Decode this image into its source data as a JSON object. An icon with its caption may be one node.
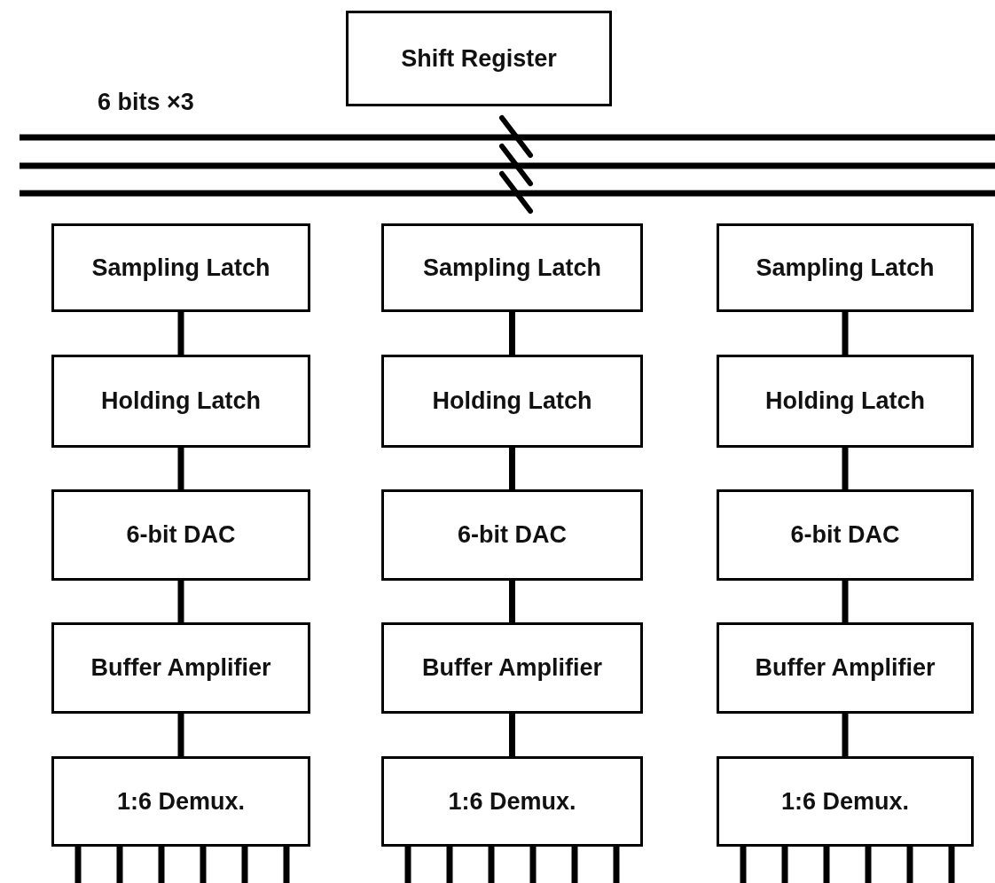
{
  "diagram": {
    "nodes": [
      {
        "text": [
          "Shift Register"
        ]
      },
      {
        "text": [
          "Sampling Latch"
        ]
      },
      {
        "text": [
          "Sampling Latch"
        ]
      },
      {
        "text": [
          "Sampling Latch"
        ]
      },
      {
        "text": [
          "Holding Latch"
        ]
      },
      {
        "text": [
          "Holding Latch"
        ]
      },
      {
        "text": [
          "Holding Latch"
        ]
      },
      {
        "text": [
          "6-bit DAC"
        ]
      },
      {
        "text": [
          "6-bit DAC"
        ]
      },
      {
        "text": [
          "6-bit DAC"
        ]
      },
      {
        "text": [
          "Buffer Amplifier"
        ]
      },
      {
        "text": [
          "Buffer Amplifier"
        ]
      },
      {
        "text": [
          "Buffer Amplifier"
        ]
      },
      {
        "text": [
          "1:6 Demux."
        ]
      },
      {
        "text": [
          "1:6 Demux."
        ]
      },
      {
        "text": [
          "1:6 Demux."
        ]
      }
    ],
    "edges": [
      {
        "from": 1,
        "to": 4,
        "arrow": "none"
      },
      {
        "from": 2,
        "to": 5,
        "arrow": "none"
      },
      {
        "from": 3,
        "to": 6,
        "arrow": "none"
      },
      {
        "from": 4,
        "to": 7,
        "arrow": "none"
      },
      {
        "from": 5,
        "to": 8,
        "arrow": "none"
      },
      {
        "from": 6,
        "to": 9,
        "arrow": "none"
      },
      {
        "from": 7,
        "to": 10,
        "arrow": "none"
      },
      {
        "from": 8,
        "to": 11,
        "arrow": "none"
      },
      {
        "from": 9,
        "to": 12,
        "arrow": "none"
      },
      {
        "from": 10,
        "to": 13,
        "arrow": "none"
      },
      {
        "from": 11,
        "to": 14,
        "arrow": "none"
      },
      {
        "from": 12,
        "to": 15,
        "arrow": "none"
      },
      {
        "from": 13,
        "to": null,
        "arrow": "none"
      },
      {
        "from": 13,
        "to": null,
        "arrow": "none"
      },
      {
        "from": 13,
        "to": null,
        "arrow": "none"
      },
      {
        "from": 13,
        "to": null,
        "arrow": "none"
      },
      {
        "from": 13,
        "to": null,
        "arrow": "none"
      },
      {
        "from": 13,
        "to": null,
        "arrow": "none"
      },
      {
        "from": 14,
        "to": null,
        "arrow": "none"
      },
      {
        "from": 14,
        "to": null,
        "arrow": "none"
      },
      {
        "from": 14,
        "to": null,
        "arrow": "none"
      },
      {
        "from": 14,
        "to": null,
        "arrow": "none"
      },
      {
        "from": 14,
        "to": null,
        "arrow": "none"
      },
      {
        "from": 14,
        "to": null,
        "arrow": "none"
      },
      {
        "from": 15,
        "to": null,
        "arrow": "none"
      },
      {
        "from": 15,
        "to": null,
        "arrow": "none"
      },
      {
        "from": 15,
        "to": null,
        "arrow": "none"
      },
      {
        "from": 15,
        "to": null,
        "arrow": "none"
      },
      {
        "from": 15,
        "to": null,
        "arrow": "none"
      },
      {
        "from": 15,
        "to": null,
        "arrow": "none"
      }
    ],
    "labels": [
      "6 bits ×3"
    ]
  }
}
